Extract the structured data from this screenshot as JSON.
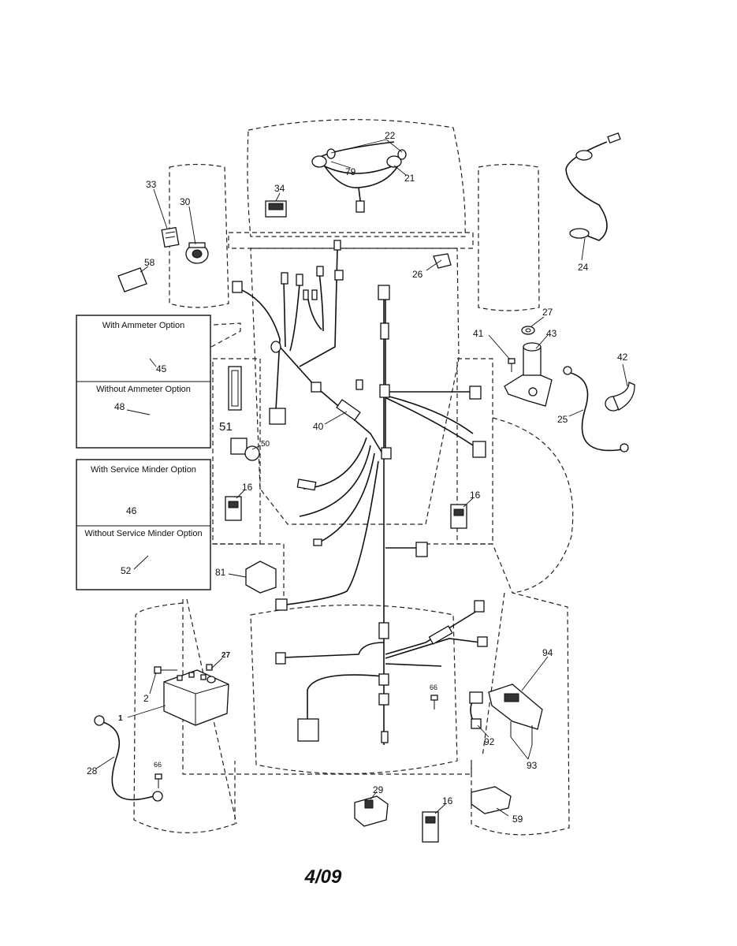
{
  "callouts": {
    "n22": "22",
    "n79": "79",
    "n21": "21",
    "n33": "33",
    "n30": "30",
    "n34": "34",
    "n24": "24",
    "n58": "58",
    "n26": "26",
    "n27a": "27",
    "n41": "41",
    "n43": "43",
    "n42": "42",
    "n25": "25",
    "n45": "45",
    "n48": "48",
    "n51": "51",
    "n40": "40",
    "n50": "50",
    "n16a": "16",
    "n16b": "16",
    "n46": "46",
    "n52": "52",
    "n81": "81",
    "n27b": "27",
    "n2": "2",
    "n1": "1",
    "n66a": "66",
    "n94": "94",
    "n92": "92",
    "n93": "93",
    "n28": "28",
    "n66b": "66",
    "n29": "29",
    "n16c": "16",
    "n59": "59"
  },
  "options": {
    "with_ammeter": "With Ammeter Option",
    "without_ammeter": "Without Ammeter Option",
    "with_service_minder": "With Service Minder Option",
    "without_service_minder": "Without Service Minder Option"
  },
  "footer": "4/09"
}
